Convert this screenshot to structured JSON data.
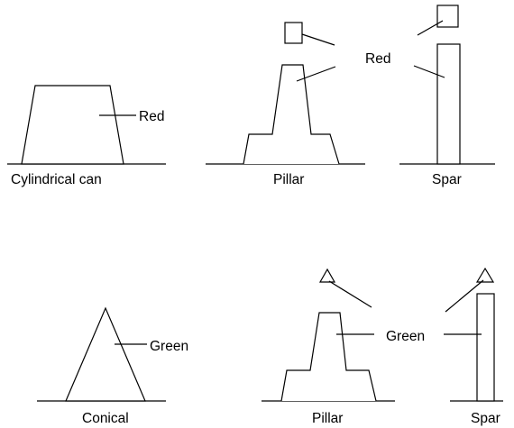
{
  "figure": {
    "top_row": {
      "cylindrical_can": {
        "caption": "Cylindrical can",
        "color_label": "Red"
      },
      "pillar": {
        "caption": "Pillar"
      },
      "spar": {
        "caption": "Spar"
      },
      "shared_color_label": "Red"
    },
    "bottom_row": {
      "conical": {
        "caption": "Conical",
        "color_label": "Green"
      },
      "pillar": {
        "caption": "Pillar"
      },
      "spar": {
        "caption": "Spar"
      },
      "shared_color_label": "Green"
    }
  }
}
